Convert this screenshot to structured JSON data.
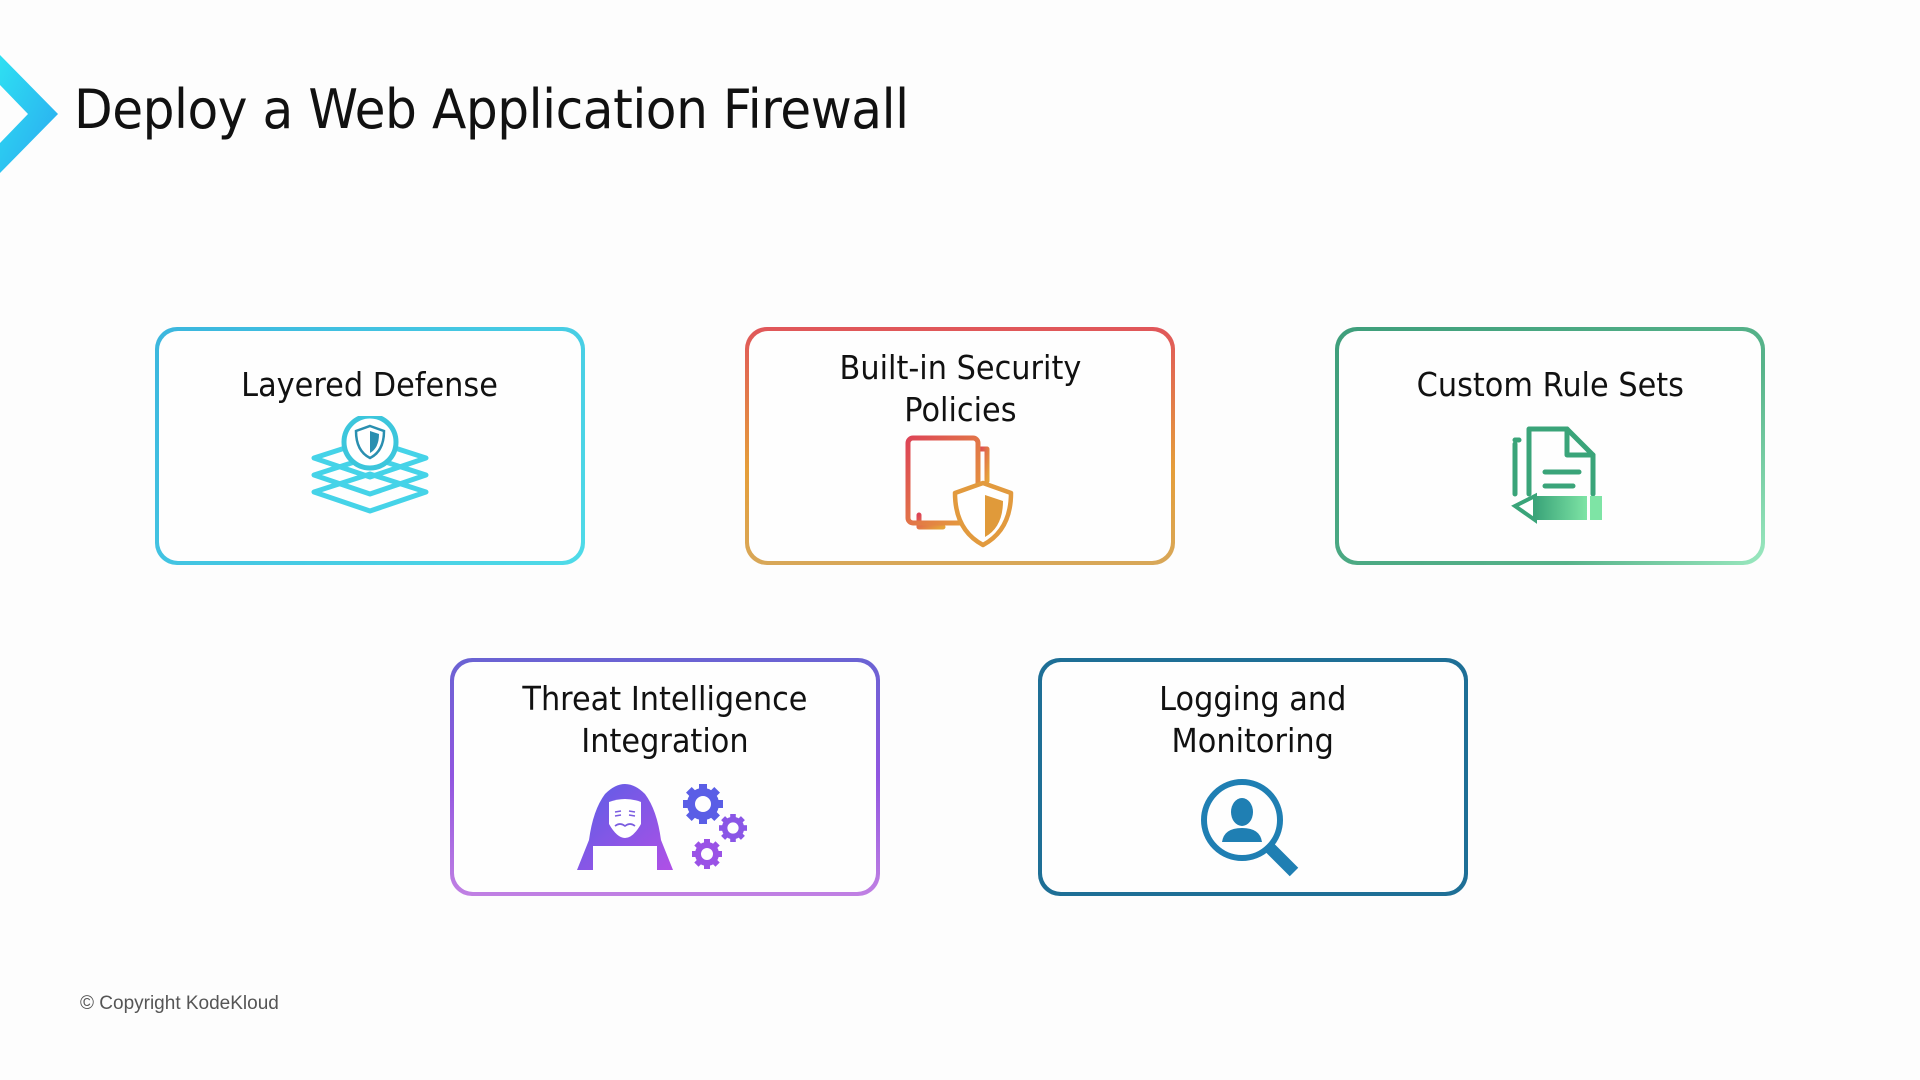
{
  "header": {
    "title": "Deploy a Web Application Firewall",
    "accent_color": "#2bc8ef"
  },
  "cards": [
    {
      "title": "Layered Defense",
      "icon": "layers-shield-icon",
      "color": "#3cc7e6"
    },
    {
      "title": "Built-in Security\nPolicies",
      "icon": "document-shield-icon",
      "color": "#e07a45"
    },
    {
      "title": "Custom Rule Sets",
      "icon": "document-pencil-icon",
      "color": "#3e9e7b"
    },
    {
      "title": "Threat Intelligence\nIntegration",
      "icon": "hacker-gears-icon",
      "color": "#7a5ce0"
    },
    {
      "title": "Logging and\nMonitoring",
      "icon": "magnifier-user-icon",
      "color": "#1e6f96"
    }
  ],
  "footer": {
    "copyright": "© Copyright KodeKloud"
  }
}
